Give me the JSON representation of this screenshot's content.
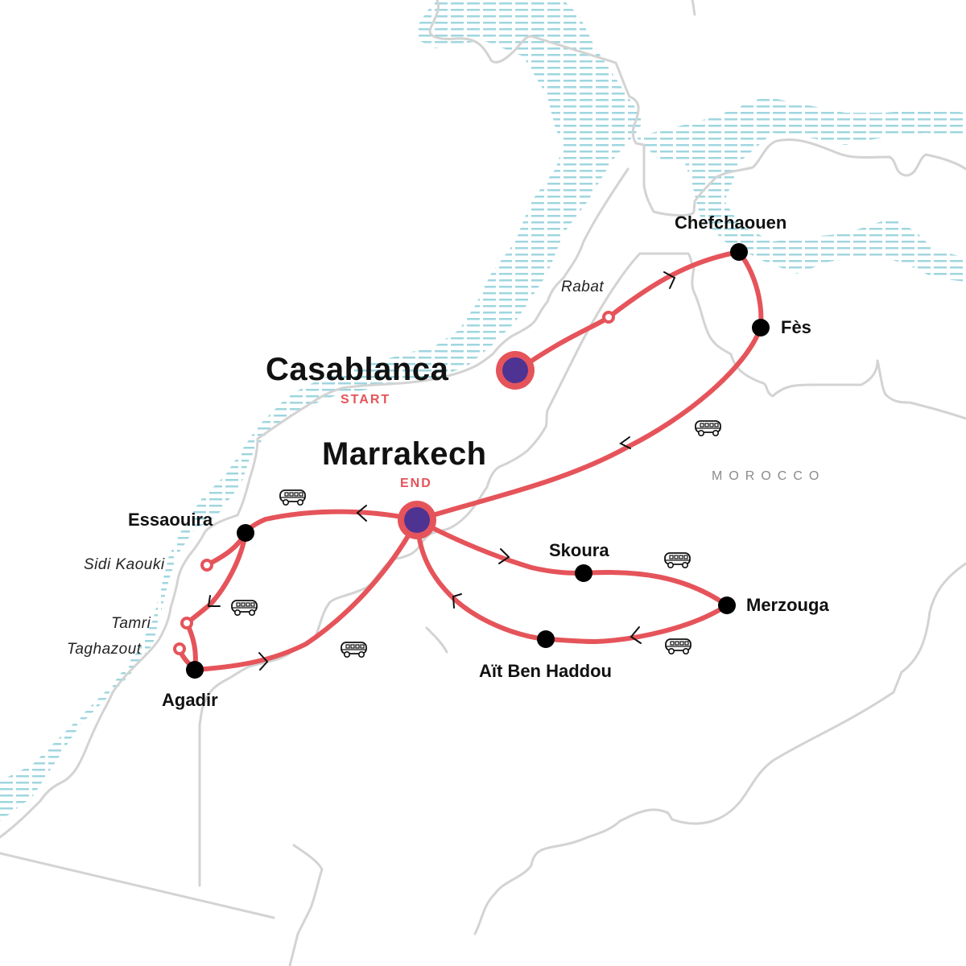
{
  "map": {
    "country_label": "MOROCCO",
    "colors": {
      "route": "#e5545a",
      "major_stop_fill": "#4e3393",
      "stop": "#000000",
      "border": "#d3d3d3",
      "water_hatch": "#9fd6df"
    },
    "major_stops": [
      {
        "name": "Casablanca",
        "tag": "START"
      },
      {
        "name": "Marrakech",
        "tag": "END"
      }
    ],
    "stops": [
      {
        "name": "Chefchaouen"
      },
      {
        "name": "Fès"
      },
      {
        "name": "Essaouira"
      },
      {
        "name": "Agadir"
      },
      {
        "name": "Skoura"
      },
      {
        "name": "Merzouga"
      },
      {
        "name": "Aït Ben Haddou"
      }
    ],
    "minor_stops": [
      {
        "name": "Rabat"
      },
      {
        "name": "Sidi Kaouki"
      },
      {
        "name": "Tamri"
      },
      {
        "name": "Taghazout"
      }
    ],
    "transport_icons": [
      "bus-icon",
      "bus-icon",
      "bus-icon",
      "bus-icon",
      "bus-icon",
      "bus-icon",
      "bus-icon"
    ]
  }
}
